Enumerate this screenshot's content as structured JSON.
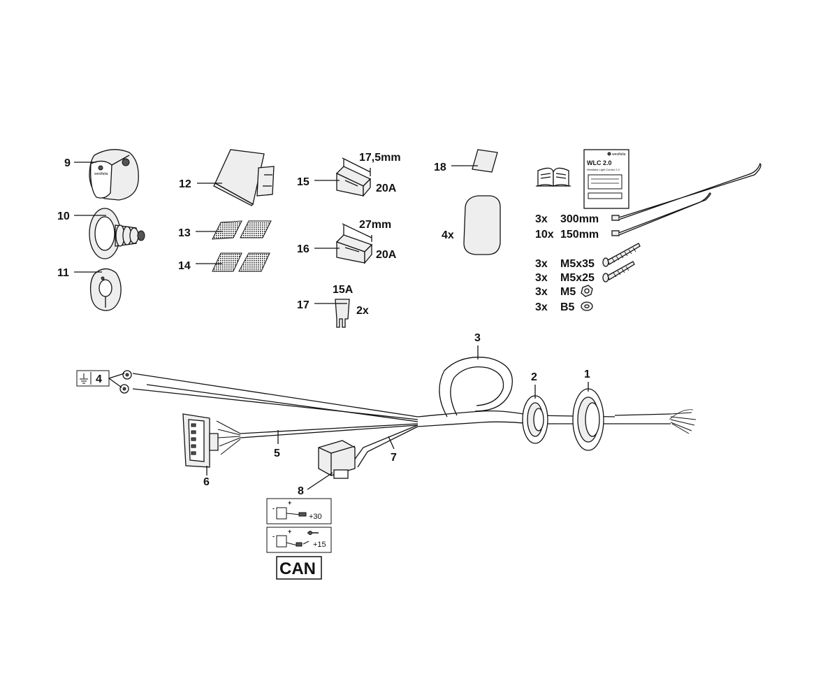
{
  "labels": {
    "p1": "1",
    "p2": "2",
    "p3": "3",
    "p4": "4",
    "p5": "5",
    "p6": "6",
    "p7": "7",
    "p8": "8",
    "p9": "9",
    "p10": "10",
    "p11": "11",
    "p12": "12",
    "p13": "13",
    "p14": "14",
    "p15": "15",
    "p16": "16",
    "p17": "17",
    "p18": "18"
  },
  "annotations": {
    "fuse15_size": "17,5mm",
    "fuse15_rating": "20A",
    "fuse16_size": "27mm",
    "fuse16_rating": "20A",
    "fuse17_rating": "15A",
    "fuse17_qty": "2x",
    "pad_qty": "4x",
    "ties_300_qty": "3x",
    "ties_300_size": "300mm",
    "ties_150_qty": "10x",
    "ties_150_size": "150mm",
    "screw1_qty": "3x",
    "screw1_size": "M5x35",
    "screw2_qty": "3x",
    "screw2_size": "M5x25",
    "nut_qty": "3x",
    "nut_size": "M5",
    "washer_qty": "3x",
    "washer_size": "B5"
  },
  "manual": {
    "title": "WLC 2.0",
    "subtitle": "Westfalia Light Control 2.0",
    "brand": "westfalia"
  },
  "socket_brand": "westfalia",
  "power": {
    "permanent": "+30",
    "ignition": "+15",
    "can": "CAN"
  }
}
